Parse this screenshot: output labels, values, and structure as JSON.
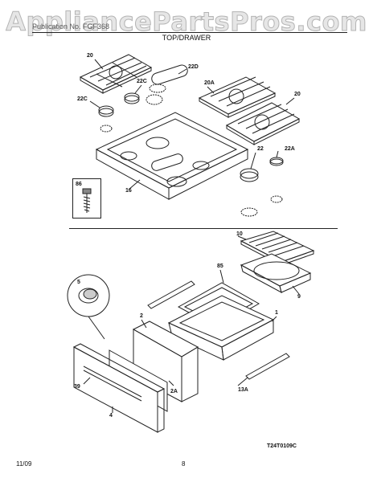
{
  "watermark": "AppliancePartsPros.com",
  "publication": "Publication No.   FGF368",
  "section_title": "TOP/DRAWER",
  "callouts": {
    "c20a_left": "20",
    "c22d": "22D",
    "c22c_mid": "22C",
    "c20a": "20A",
    "c20_right": "20",
    "c22c_left": "22C",
    "c22": "22",
    "c22a": "22A",
    "c86": "86",
    "c16": "16",
    "c10": "10",
    "c85": "85",
    "c5": "5",
    "c1": "1",
    "c9": "9",
    "c2": "2",
    "c39": "39",
    "c2a": "2A",
    "c13a": "13A",
    "c4": "4"
  },
  "diagram_code": "T24T0109C",
  "footer": {
    "date": "11/09",
    "page": "8"
  }
}
